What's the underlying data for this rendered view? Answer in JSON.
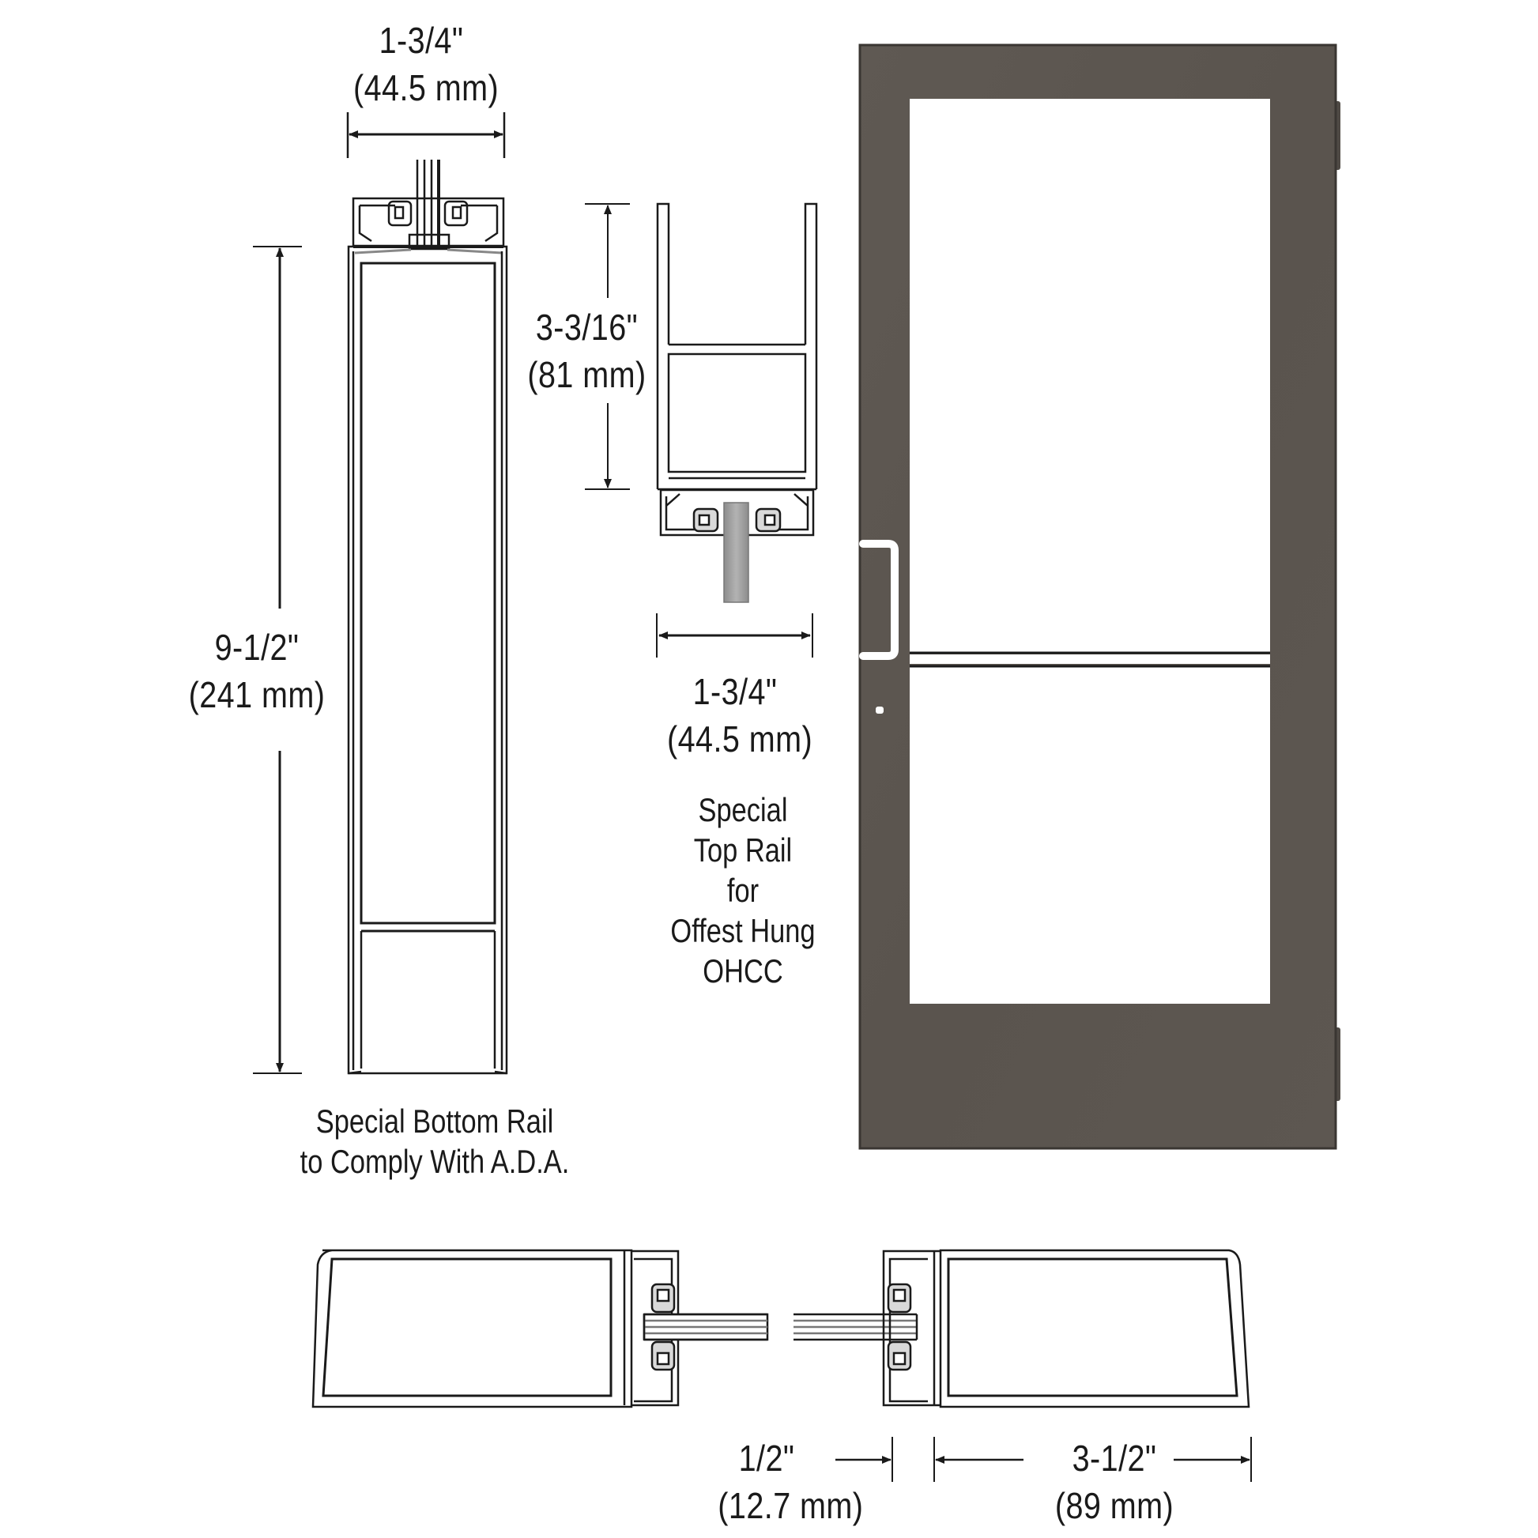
{
  "diagram": {
    "subject": "Offset hung door with section details",
    "door_finish_color": "#5c5650",
    "door_edge_color": "#3a3632",
    "line_color": "#1a1a1a",
    "profile_fill": "#ffffff"
  },
  "labels": {
    "top_left_width": {
      "imperial": "1-3/4\"",
      "metric": "(44.5 mm)"
    },
    "bottom_rail_height": {
      "imperial": "9-1/2\"",
      "metric": "(241 mm)"
    },
    "top_rail_height": {
      "imperial": "3-3/16\"",
      "metric": "(81 mm)"
    },
    "top_rail_width": {
      "imperial": "1-3/4\"",
      "metric": "(44.5 mm)"
    },
    "glazing_bead": {
      "imperial": "1/2\"",
      "metric": "(12.7 mm)"
    },
    "stile_width": {
      "imperial": "3-1/2\"",
      "metric": "(89 mm)"
    }
  },
  "captions": {
    "top_rail": [
      "Special",
      "Top Rail",
      "for",
      "Offest Hung",
      "OHCC"
    ],
    "bottom_rail": [
      "Special Bottom Rail",
      "to Comply With A.D.A."
    ]
  }
}
